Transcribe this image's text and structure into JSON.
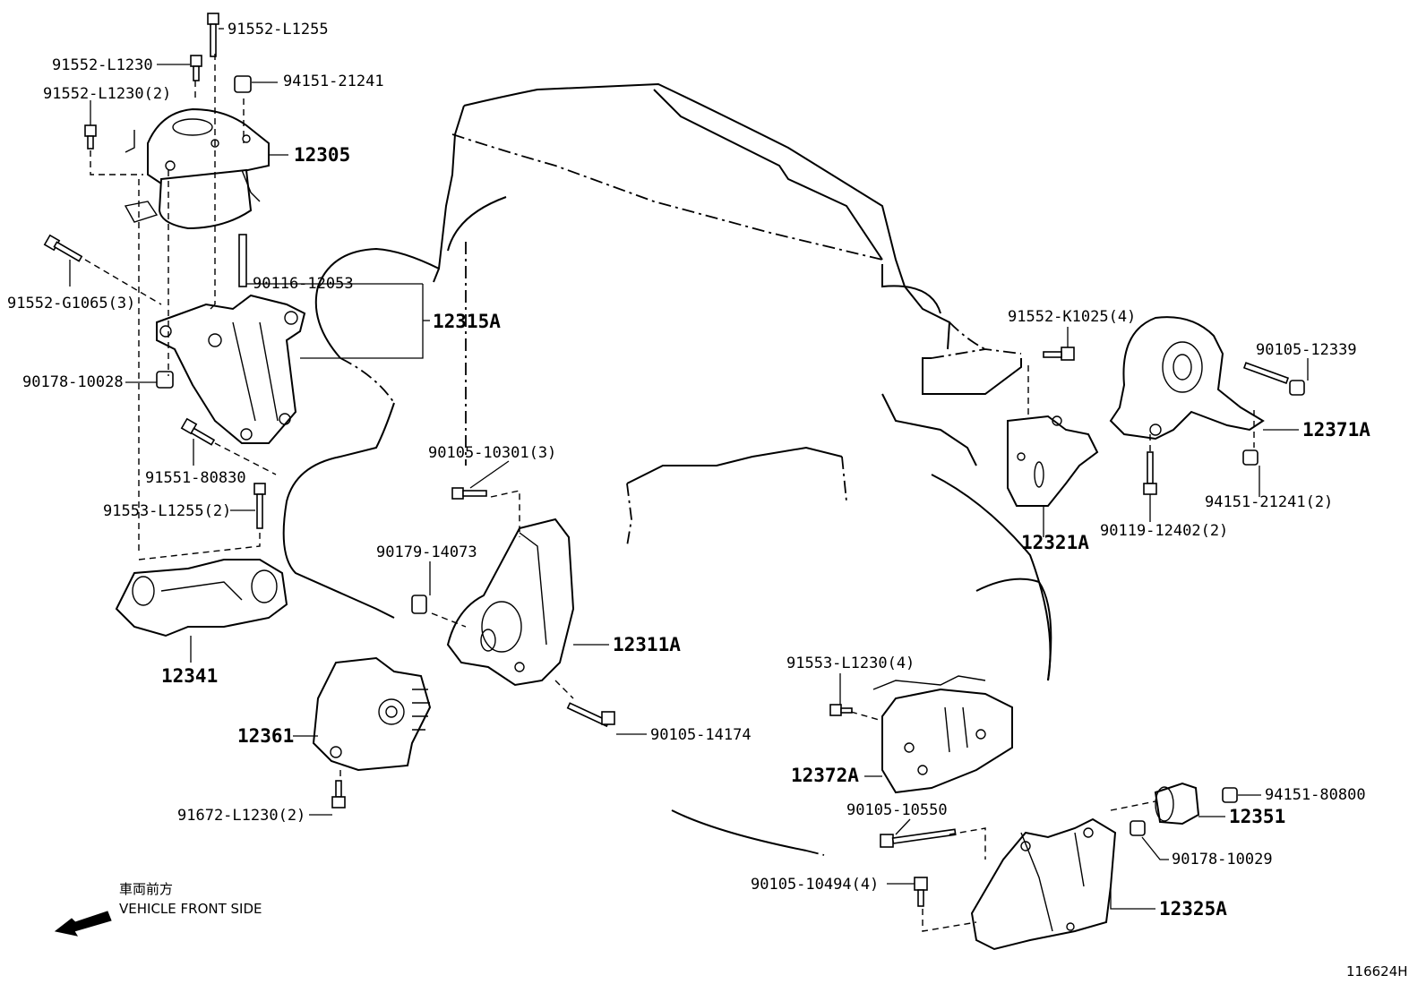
{
  "diagram_id": "116624H",
  "direction": {
    "japanese": "車両前方",
    "english": "VEHICLE FRONT SIDE"
  },
  "labels": {
    "p91552_L1255": "91552-L1255",
    "p91552_L1230": "91552-L1230",
    "p91552_L1230_2": "91552-L1230(2)",
    "p94151_21241": "94151-21241",
    "p12305": "12305",
    "p91552_G1065_3": "91552-G1065(3)",
    "p90116_12053": "90116-12053",
    "p12315A": "12315A",
    "p90178_10028": "90178-10028",
    "p91551_80830": "91551-80830",
    "p91553_L1255_2": "91553-L1255(2)",
    "p12341": "12341",
    "p90105_10301_3": "90105-10301(3)",
    "p90179_14073": "90179-14073",
    "p12311A": "12311A",
    "p12361": "12361",
    "p90105_14174": "90105-14174",
    "p91672_L1230_2": "91672-L1230(2)",
    "p91552_K1025_4": "91552-K1025(4)",
    "p90105_12339": "90105-12339",
    "p12371A": "12371A",
    "p94151_21241_2": "94151-21241(2)",
    "p90119_12402_2": "90119-12402(2)",
    "p12321A": "12321A",
    "p91553_L1230_4": "91553-L1230(4)",
    "p12372A": "12372A",
    "p90105_10550": "90105-10550",
    "p94151_80800": "94151-80800",
    "p12351": "12351",
    "p90178_10029": "90178-10029",
    "p90105_10494_4": "90105-10494(4)",
    "p12325A": "12325A"
  }
}
